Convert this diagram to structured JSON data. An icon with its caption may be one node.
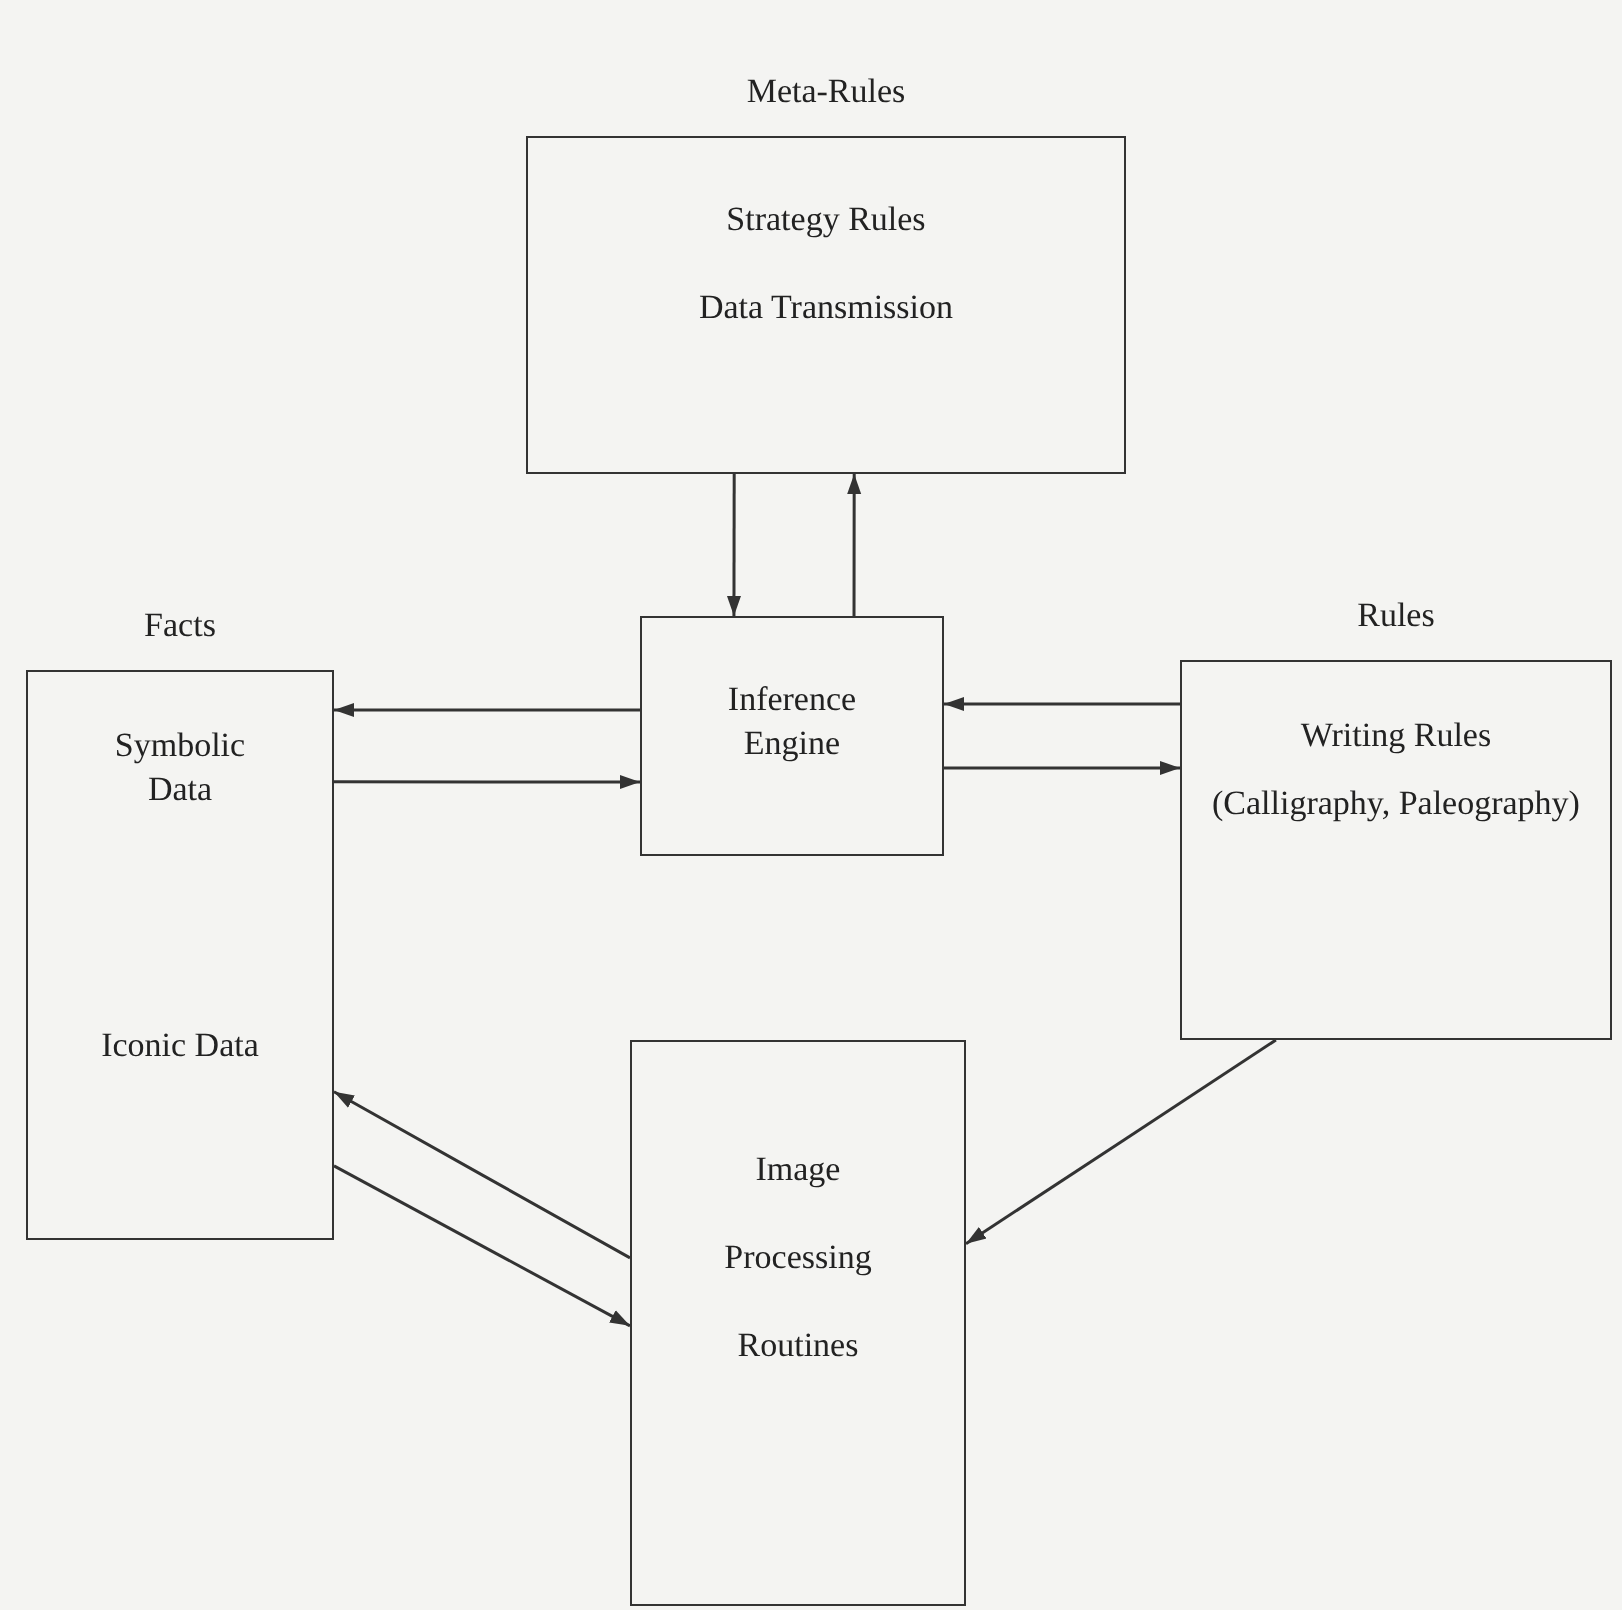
{
  "diagram": {
    "nodes": [
      {
        "text": [
          "Meta-Rules",
          "Strategy Rules",
          "Data Transmission"
        ]
      },
      {
        "text": [
          "Facts",
          "Symbolic Data",
          "Iconic Data"
        ]
      },
      {
        "text": [
          "Inference Engine"
        ]
      },
      {
        "text": [
          "Rules",
          "Writing Rules",
          "(Calligraphy, Paleography)"
        ]
      },
      {
        "text": [
          "Image Processing Routines"
        ]
      }
    ],
    "edges": [
      {
        "from": 0,
        "to": 2,
        "arrow": "to"
      },
      {
        "from": 2,
        "to": 0,
        "arrow": "to"
      },
      {
        "from": 2,
        "to": 1,
        "arrow": "to"
      },
      {
        "from": 1,
        "to": 2,
        "arrow": "to"
      },
      {
        "from": 3,
        "to": 2,
        "arrow": "to"
      },
      {
        "from": 2,
        "to": 3,
        "arrow": "to"
      },
      {
        "from": 4,
        "to": 1,
        "arrow": "to"
      },
      {
        "from": 1,
        "to": 4,
        "arrow": "to"
      },
      {
        "from": 3,
        "to": 4,
        "arrow": "to"
      }
    ]
  }
}
